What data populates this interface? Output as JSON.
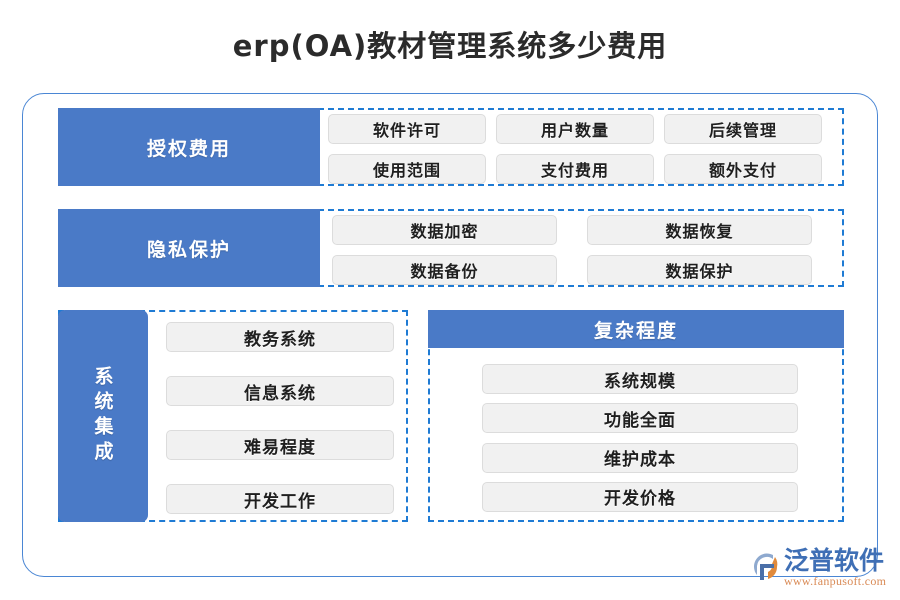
{
  "page": {
    "title": "erp(OA)教材管理系统多少费用",
    "accent_blue": "#4a7ac7",
    "dashed_blue": "#1f7bd4",
    "chip_bg": "#f1f1f1",
    "title_color": "#2b2b2b"
  },
  "sections": [
    {
      "id": "license",
      "header": "授权费用",
      "header_position": "left",
      "items": [
        "软件许可",
        "用户数量",
        "后续管理",
        "使用范围",
        "支付费用",
        "额外支付"
      ]
    },
    {
      "id": "privacy",
      "header": "隐私保护",
      "header_position": "left",
      "items": [
        "数据加密",
        "数据恢复",
        "数据备份",
        "数据保护"
      ]
    },
    {
      "id": "integration",
      "header": "系统集成",
      "header_position": "left-vertical",
      "items": [
        "教务系统",
        "信息系统",
        "难易程度",
        "开发工作"
      ]
    },
    {
      "id": "complexity",
      "header": "复杂程度",
      "header_position": "top",
      "items": [
        "系统规模",
        "功能全面",
        "维护成本",
        "开发价格"
      ]
    }
  ],
  "logo": {
    "name": "泛普软件",
    "url": "www.fanpusoft.com",
    "icon": "fanpu-swoosh-logo",
    "name_color": "#3f6fb5",
    "url_color": "#d98a55"
  }
}
